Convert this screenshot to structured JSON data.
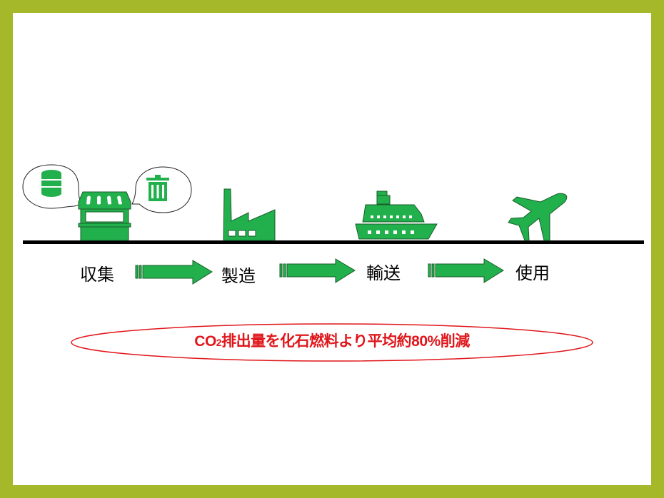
{
  "stages": [
    {
      "label": "収集",
      "icon": "shop-icon"
    },
    {
      "label": "製造",
      "icon": "factory-icon"
    },
    {
      "label": "輸送",
      "icon": "ship-icon"
    },
    {
      "label": "使用",
      "icon": "airplane-icon"
    }
  ],
  "bubbles": [
    "database-icon",
    "trash-can-icon"
  ],
  "note": {
    "prefix": "CO",
    "sub": "2",
    "text": "排出量を化石燃料より平均約80%削減"
  },
  "colors": {
    "frame": "#a4b82a",
    "icon_green": "#22b04c",
    "note_red": "#e0161b"
  }
}
